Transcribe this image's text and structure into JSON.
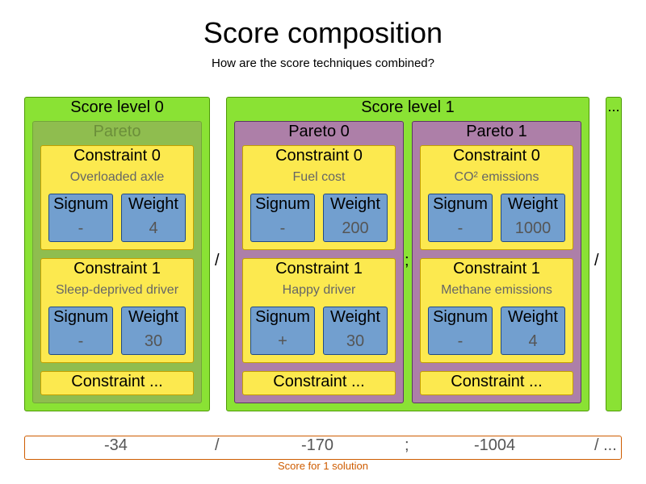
{
  "title": "Score composition",
  "subtitle": "How are the score techniques combined?",
  "levels": [
    {
      "label": "Score level 0",
      "paretos": [
        {
          "label": "Pareto",
          "constraints": [
            {
              "title": "Constraint 0",
              "subtitle": "Overloaded axle",
              "signum_label": "Signum",
              "signum": "-",
              "weight_label": "Weight",
              "weight": "4"
            },
            {
              "title": "Constraint 1",
              "subtitle": "Sleep-deprived driver",
              "signum_label": "Signum",
              "signum": "-",
              "weight_label": "Weight",
              "weight": "30"
            }
          ],
          "more": "Constraint ..."
        }
      ]
    },
    {
      "label": "Score level 1",
      "paretos": [
        {
          "label": "Pareto 0",
          "constraints": [
            {
              "title": "Constraint 0",
              "subtitle": "Fuel cost",
              "signum_label": "Signum",
              "signum": "-",
              "weight_label": "Weight",
              "weight": "200"
            },
            {
              "title": "Constraint 1",
              "subtitle": "Happy driver",
              "signum_label": "Signum",
              "signum": "+",
              "weight_label": "Weight",
              "weight": "30"
            }
          ],
          "more": "Constraint ..."
        },
        {
          "label": "Pareto 1",
          "constraints": [
            {
              "title": "Constraint 0",
              "subtitle": "CO² emissions",
              "signum_label": "Signum",
              "signum": "-",
              "weight_label": "Weight",
              "weight": "1000"
            },
            {
              "title": "Constraint 1",
              "subtitle": "Methane emissions",
              "signum_label": "Signum",
              "signum": "-",
              "weight_label": "Weight",
              "weight": "4"
            }
          ],
          "more": "Constraint ..."
        }
      ]
    },
    {
      "label": "..."
    }
  ],
  "separators": {
    "level": "/",
    "pareto": ";"
  },
  "score": {
    "values": [
      "-34",
      "-170",
      "-1004"
    ],
    "sep1": "/",
    "sep2": ";",
    "sep3": "/ ...",
    "caption": "Score for 1 solution"
  }
}
